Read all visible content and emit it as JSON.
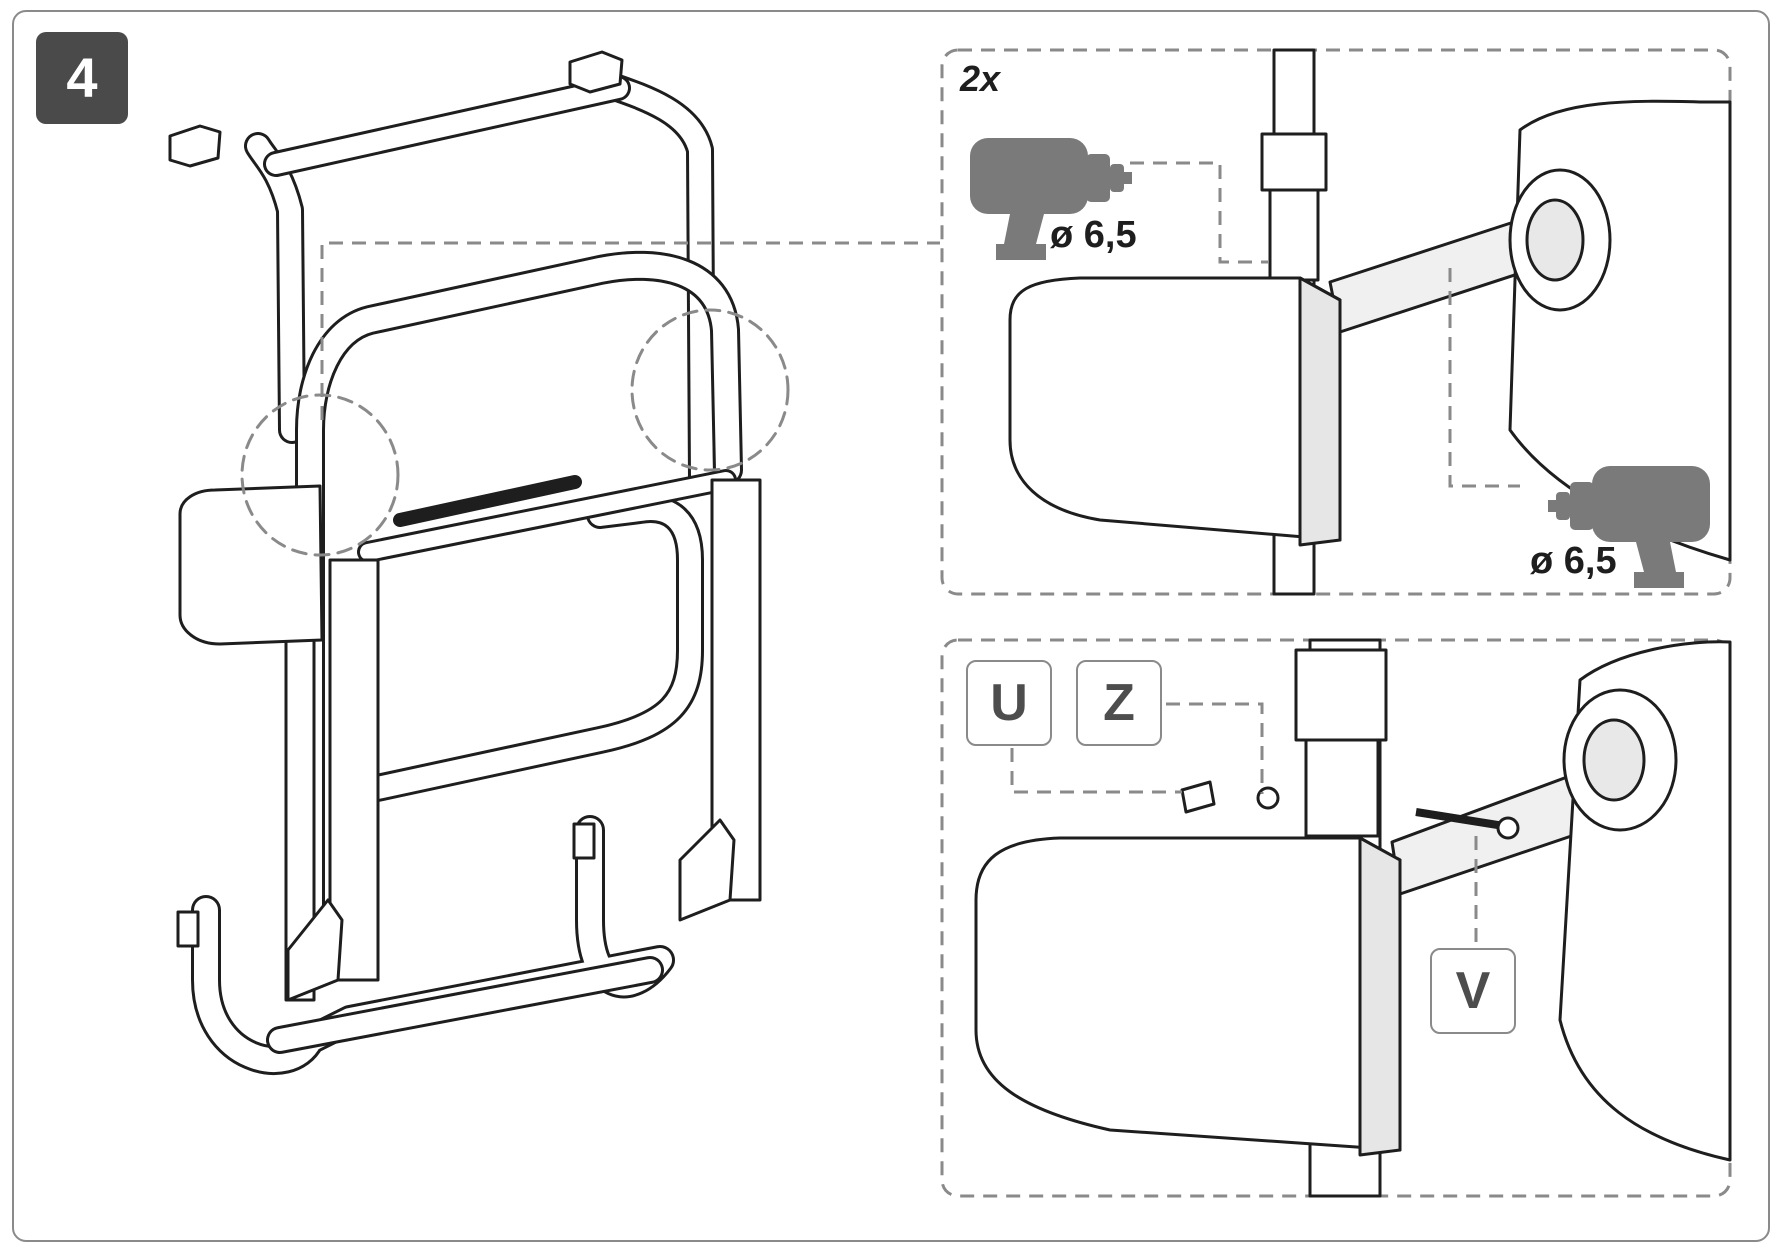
{
  "step": {
    "number": "4"
  },
  "detail_top": {
    "quantity": "2x",
    "drill_bit_upper": "ø 6,5",
    "drill_bit_lower": "ø 6,5"
  },
  "detail_bottom": {
    "parts": {
      "u": "U",
      "z": "Z",
      "v": "V"
    }
  },
  "icons": [
    "drill-icon",
    "drill-icon"
  ],
  "colors": {
    "line": "#1e1e1e",
    "guide": "#8a8a8a",
    "drill": "#7a7a7a",
    "badge": "#4a4a4a",
    "highlight": "#e8e8e8"
  }
}
